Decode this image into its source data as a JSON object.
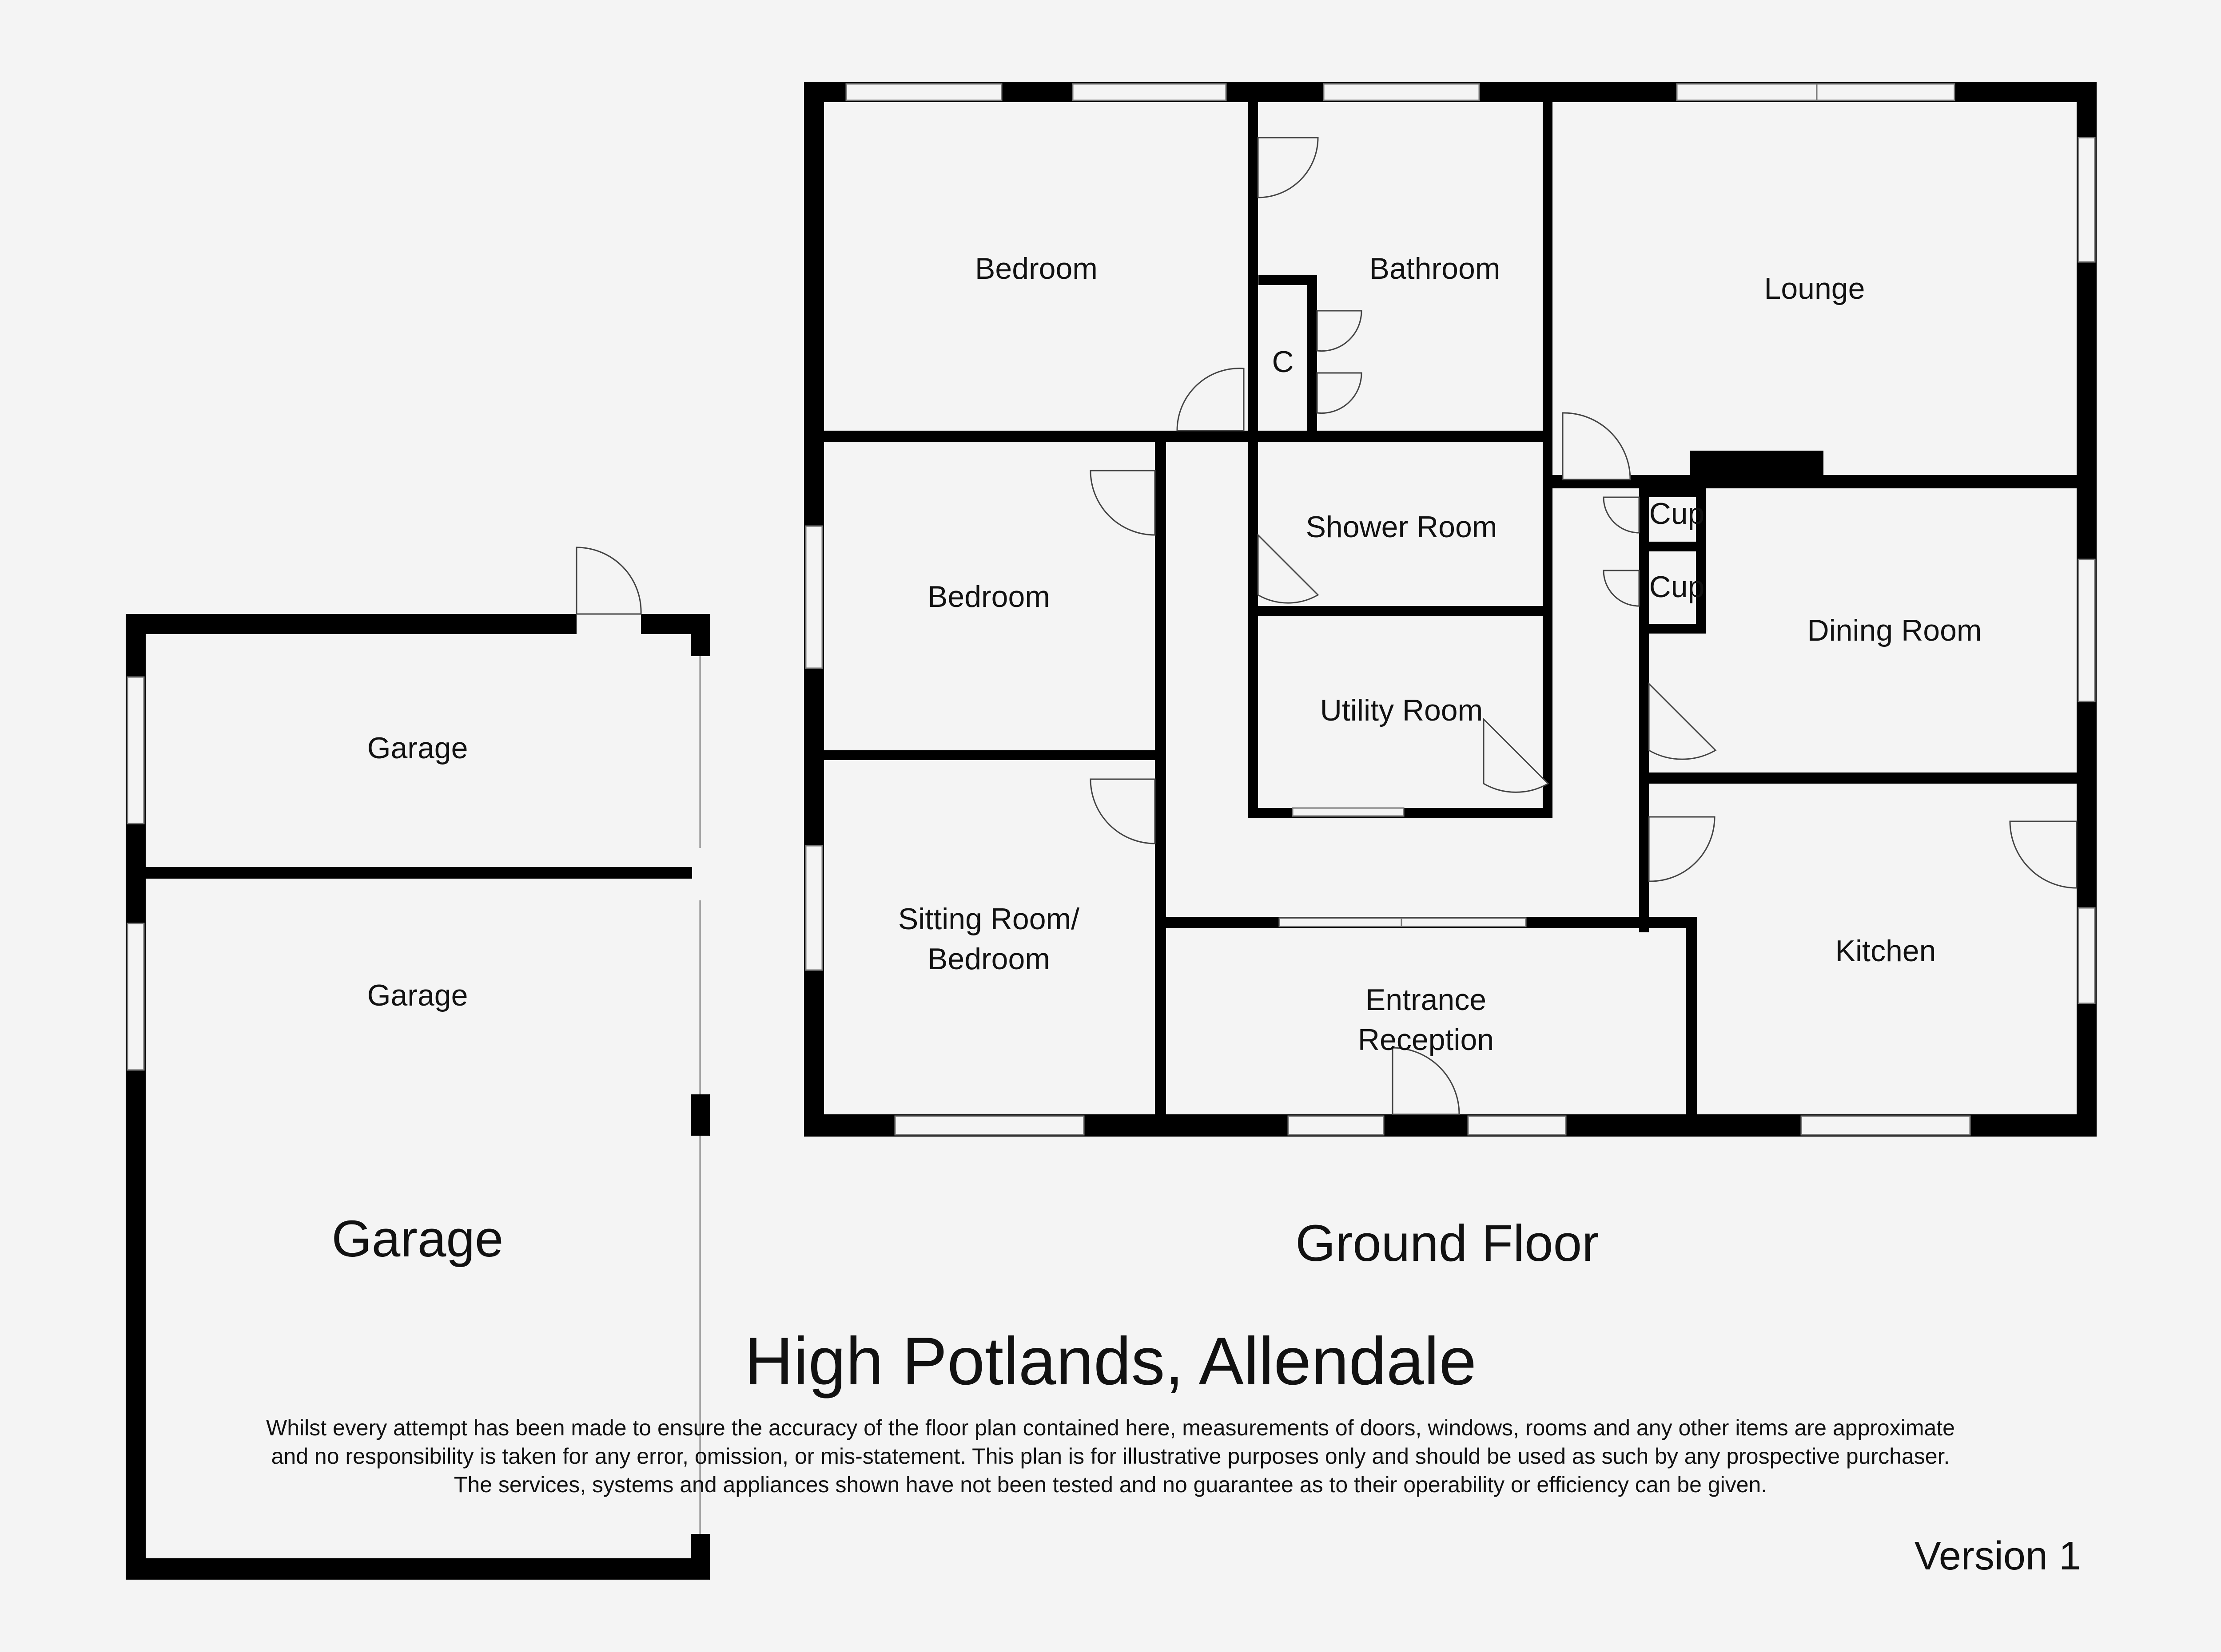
{
  "title": "High Potlands, Allendale",
  "sections": {
    "garage": "Garage",
    "ground_floor": "Ground Floor"
  },
  "rooms": {
    "bedroom_1": "Bedroom",
    "bathroom": "Bathroom",
    "cupboard_c": "C",
    "lounge": "Lounge",
    "bedroom_2": "Bedroom",
    "shower_room": "Shower Room",
    "cupboard_1": "Cup",
    "cupboard_2": "Cup",
    "dining_room": "Dining Room",
    "utility_room": "Utility Room",
    "sitting_room_line1": "Sitting Room/",
    "sitting_room_line2": "Bedroom",
    "entrance_line1": "Entrance",
    "entrance_line2": "Reception",
    "kitchen": "Kitchen",
    "garage_1": "Garage",
    "garage_2": "Garage"
  },
  "disclaimer": [
    "Whilst every attempt has been made to ensure the accuracy of the floor plan contained here, measurements of doors, windows, rooms and any other items are approximate",
    "and no responsibility is taken for any error, omission, or mis-statement. This plan is for illustrative purposes only and should be used as such by any prospective purchaser.",
    "The services, systems and appliances shown have not been tested and no guarantee as to their operability or efficiency can be given."
  ],
  "version": "Version 1",
  "colors": {
    "wall": "#000000",
    "background": "#f4f4f4"
  }
}
